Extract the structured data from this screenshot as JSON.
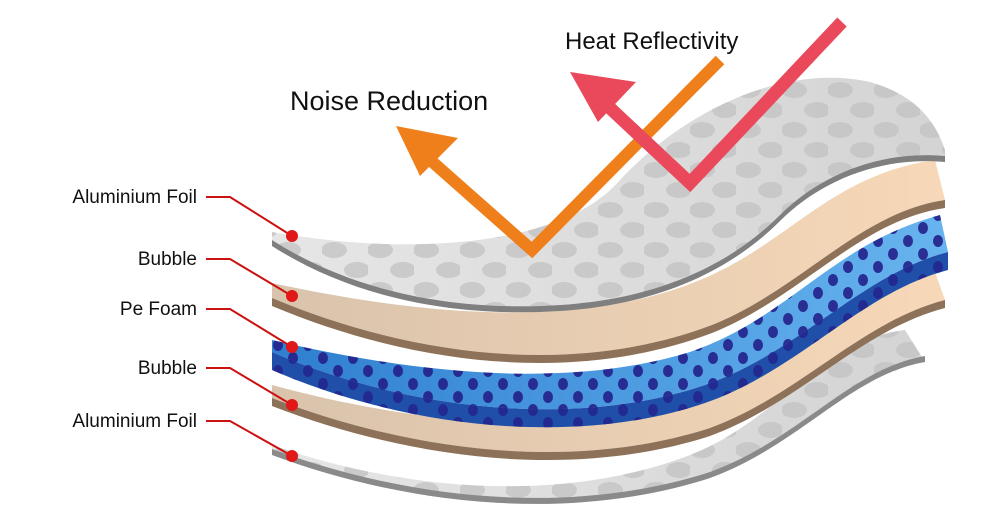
{
  "diagram": {
    "arrows": {
      "noise_reduction": "Noise Reduction",
      "heat_reflectivity": "Heat Reflectivity"
    },
    "layers": [
      {
        "label": "Aluminium Foil"
      },
      {
        "label": "Bubble"
      },
      {
        "label": "Pe Foam"
      },
      {
        "label": "Bubble"
      },
      {
        "label": "Aluminium Foil"
      }
    ],
    "colors": {
      "foil_face": "#dedede",
      "foil_dot": "#c2c2c2",
      "foil_edge": "#8a8a8a",
      "bubble_face": "#f2d2b0",
      "bubble_edge": "#a68a6c",
      "foam_face": "#3b8fd8",
      "foam_dark": "#1f4fa8",
      "foam_dot": "#23208a",
      "noise_arrow": "#ef7f1a",
      "heat_arrow": "#e9495a",
      "leader_line": "#cc1111",
      "leader_dot": "#e01818"
    }
  }
}
